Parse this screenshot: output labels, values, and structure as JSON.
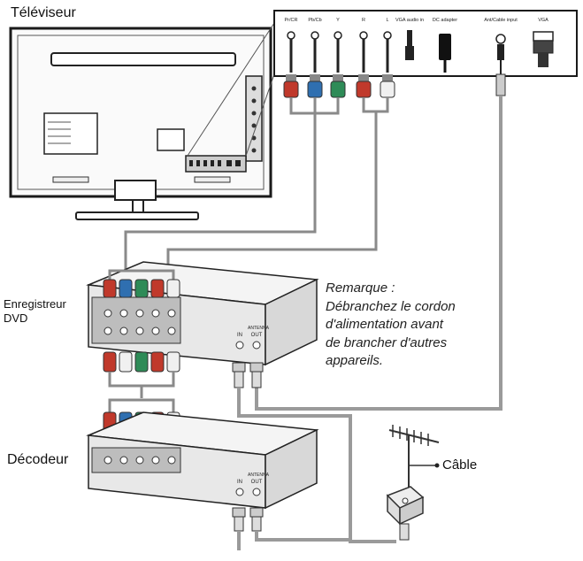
{
  "labels": {
    "tv": "Téléviseur",
    "dvd_recorder": [
      "Enregistreur",
      "DVD"
    ],
    "decoder": "Décodeur",
    "cable": "Câble"
  },
  "note": [
    "Remarque :",
    "Débranchez le cordon",
    "d'alimentation avant",
    "de brancher d'autres",
    "appareils."
  ],
  "panel_ports": [
    "Pr/CR",
    "Pb/Cb",
    "Y",
    "R",
    "L",
    "VGA audio in",
    "DC adapter",
    "Ant/Cable input",
    "VGA"
  ],
  "device_ports": [
    "ANTENNA",
    "IN",
    "OUT"
  ],
  "cable_colors": {
    "red": "#c0392b",
    "blue": "#2f6fb0",
    "green": "#2e8b57",
    "white": "#e8e8e8",
    "gray": "#8a8a8a"
  }
}
